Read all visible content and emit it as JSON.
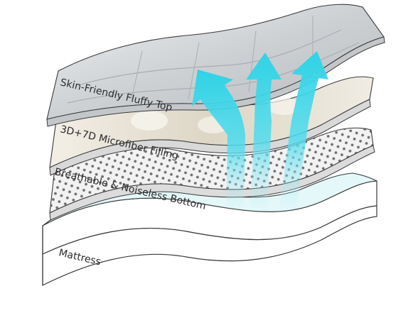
{
  "diagram": {
    "layers": [
      {
        "id": "top",
        "label": "Skin-Friendly Fluffy Top"
      },
      {
        "id": "filling",
        "label": "3D+7D Microfiber Filling"
      },
      {
        "id": "bottom",
        "label": "Breathable & Noiseless Bottom"
      },
      {
        "id": "mattress",
        "label": "Mattress"
      }
    ],
    "colors": {
      "arrow": "#3fd6e6",
      "top_layer": "#d4d6d8",
      "filling_layer": "#ece7dd",
      "mesh_layer": "#efefef",
      "mattress_top": "#e6f7f9",
      "outline": "#3a3a3a"
    }
  }
}
